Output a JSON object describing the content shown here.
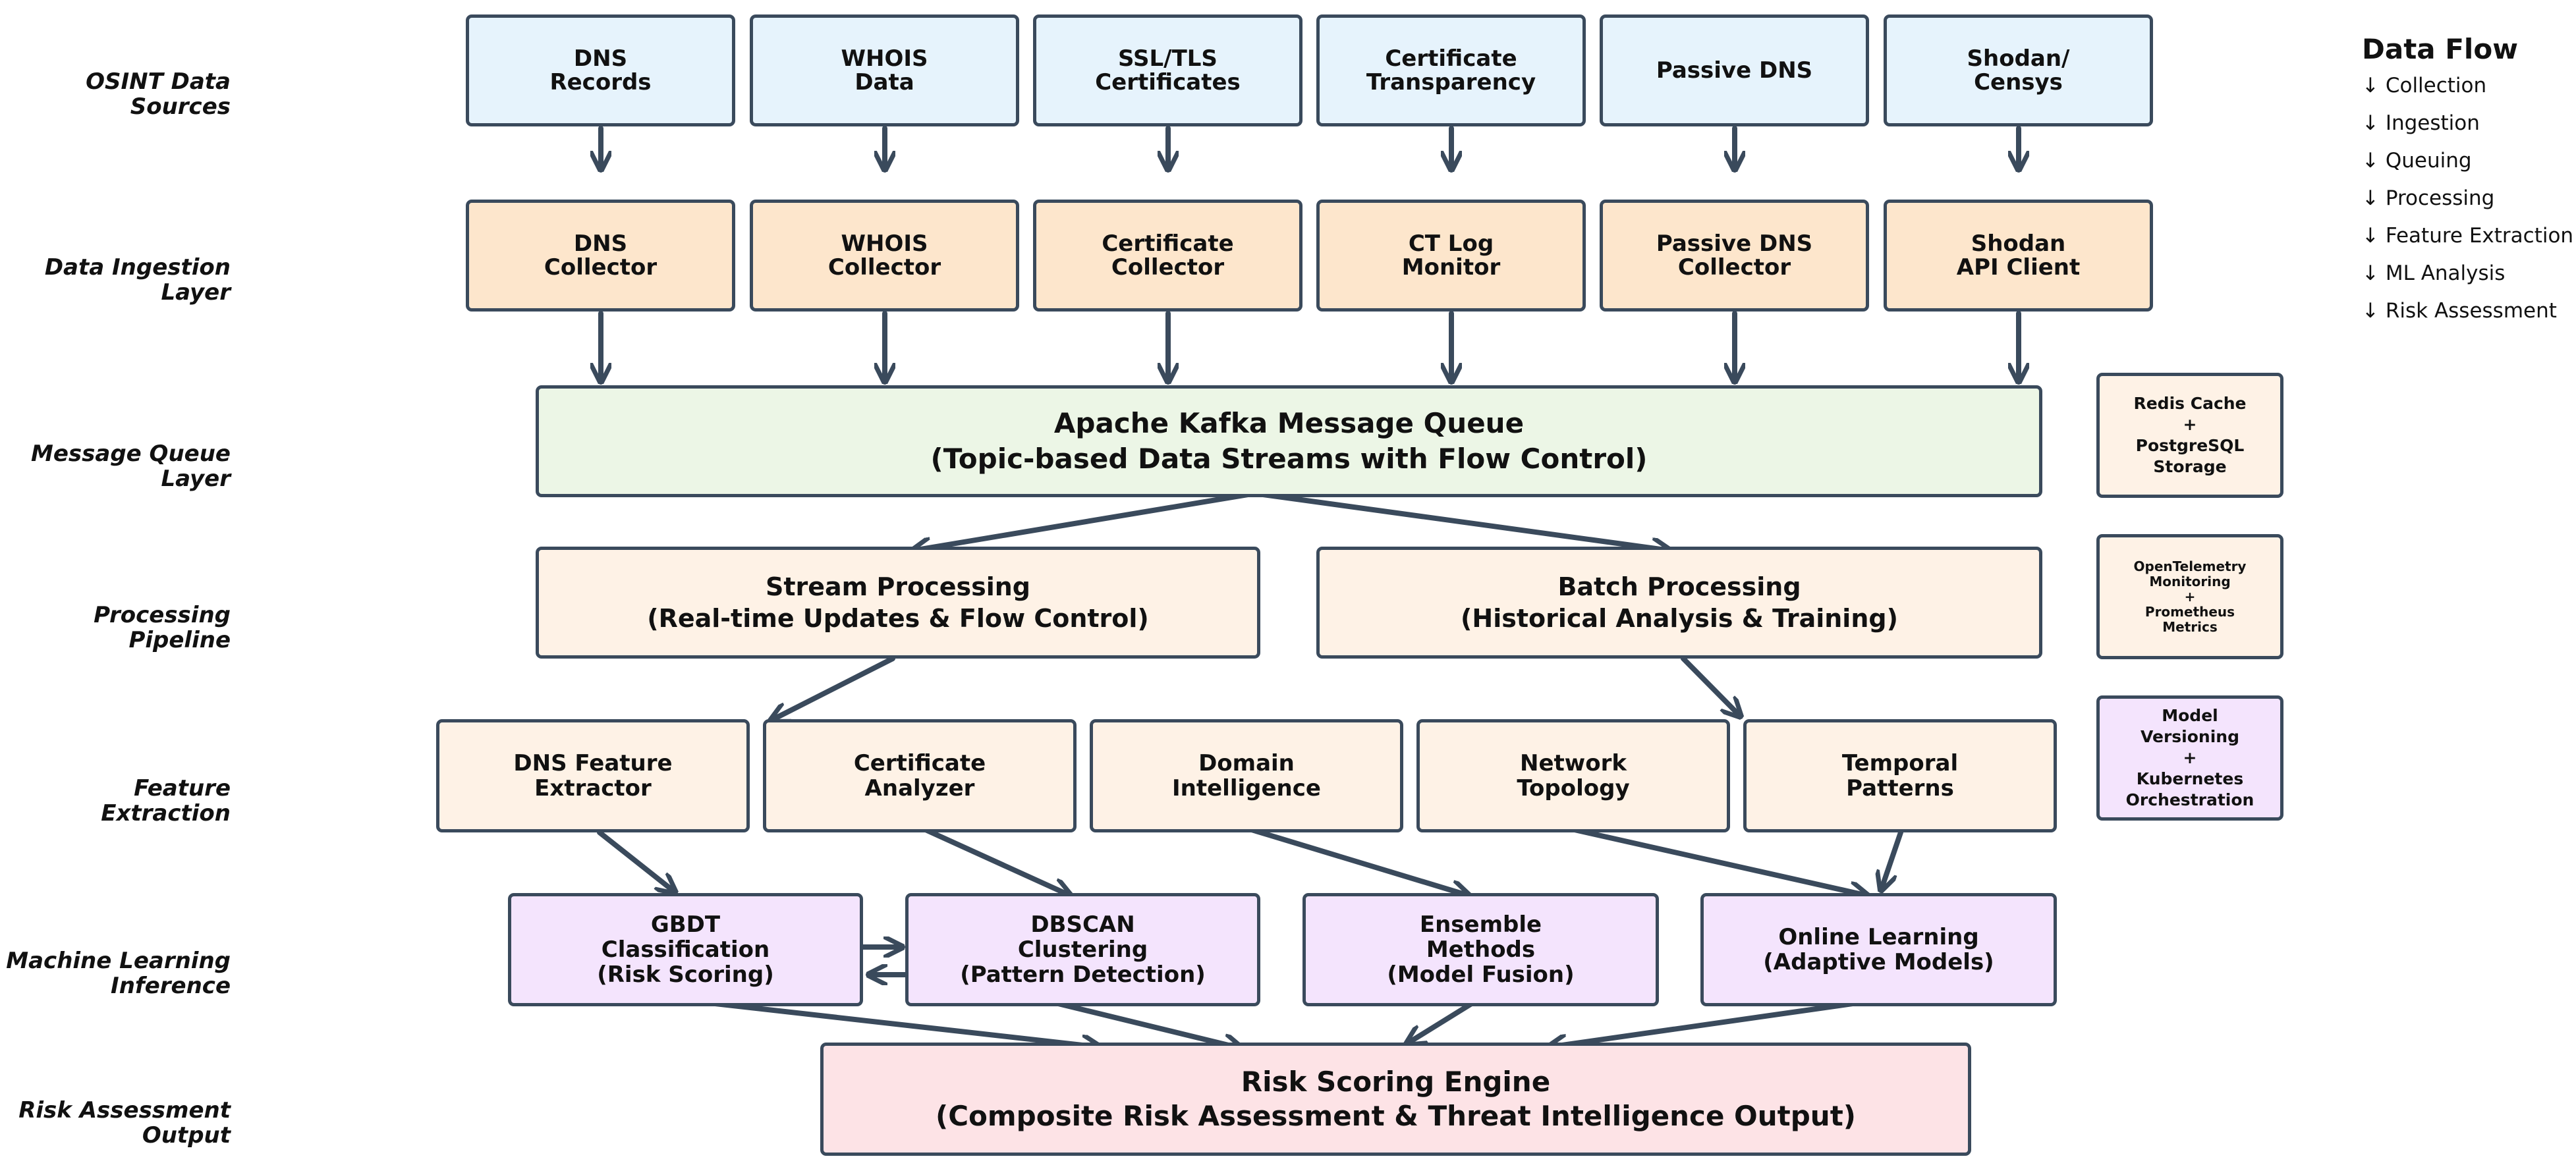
{
  "layers": [
    "OSINT Data\nSources",
    "Data Ingestion\nLayer",
    "Message Queue\nLayer",
    "Processing\nPipeline",
    "Feature\nExtraction",
    "Machine Learning\nInference",
    "Risk Assessment\nOutput"
  ],
  "sources": [
    "DNS\nRecords",
    "WHOIS\nData",
    "SSL/TLS\nCertificates",
    "Certificate\nTransparency",
    "Passive DNS",
    "Shodan/\nCensys"
  ],
  "ingestion": [
    "DNS\nCollector",
    "WHOIS\nCollector",
    "Certificate\nCollector",
    "CT Log\nMonitor",
    "Passive DNS\nCollector",
    "Shodan\nAPI Client"
  ],
  "kafka": "Apache Kafka Message Queue\n(Topic-based Data Streams with Flow Control)",
  "processing": {
    "stream": "Stream Processing\n(Real-time Updates & Flow Control)",
    "batch": "Batch Processing\n(Historical Analysis & Training)"
  },
  "features": [
    "DNS Feature\nExtractor",
    "Certificate\nAnalyzer",
    "Domain\nIntelligence",
    "Network\nTopology",
    "Temporal\nPatterns"
  ],
  "ml": [
    "GBDT\nClassification\n(Risk Scoring)",
    "DBSCAN\nClustering\n(Pattern Detection)",
    "Ensemble\nMethods\n(Model Fusion)",
    "Online Learning\n(Adaptive Models)"
  ],
  "risk": "Risk Scoring Engine\n(Composite Risk Assessment & Threat Intelligence Output)",
  "side": {
    "storage": "Redis Cache\n+\nPostgreSQL\nStorage",
    "monitoring": "OpenTelemetry\nMonitoring\n+\nPrometheus\nMetrics",
    "orchestration": "Model\nVersioning\n+\nKubernetes\nOrchestration"
  },
  "data_flow": {
    "title": "Data Flow",
    "steps": [
      "↓ Collection",
      "↓ Ingestion",
      "↓ Queuing",
      "↓ Processing",
      "↓ Feature Extraction",
      "↓ ML Analysis",
      "↓ Risk Assessment"
    ]
  },
  "colors": {
    "border": "#3a4a5c",
    "arrow": "#3a4a5c",
    "sources": "#e6f3fc",
    "ingestion": "#fde6cc",
    "kafka": "#ecf6e6",
    "processing": "#fef2e6",
    "ml": "#f4e4fd",
    "risk": "#fde3e6"
  }
}
